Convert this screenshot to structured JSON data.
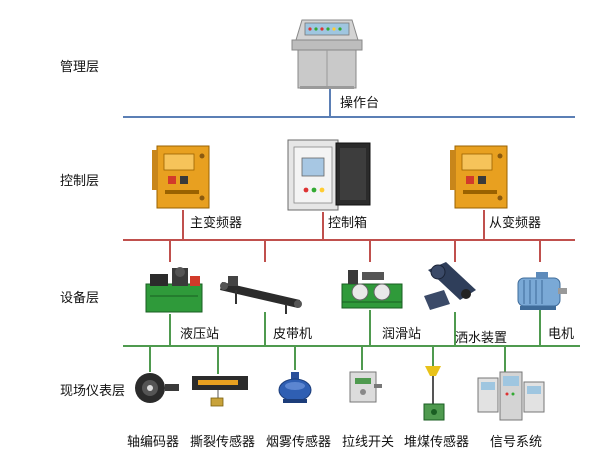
{
  "layers": [
    {
      "id": "management",
      "label": "管理层"
    },
    {
      "id": "control",
      "label": "控制层"
    },
    {
      "id": "equipment",
      "label": "设备层"
    },
    {
      "id": "field",
      "label": "现场仪表层"
    }
  ],
  "management": {
    "console": "操作台"
  },
  "control": {
    "main_vfd": "主变频器",
    "control_box": "控制箱",
    "slave_vfd": "从变频器"
  },
  "equipment": {
    "hydraulic_station": "液压站",
    "belt_conveyor": "皮带机",
    "lubrication_station": "润滑站",
    "sprinkler_device": "洒水装置",
    "motor": "电机"
  },
  "field": {
    "shaft_encoder": "轴编码器",
    "tear_sensor": "撕裂传感器",
    "smoke_sensor": "烟雾传感器",
    "pull_switch": "拉线开关",
    "coal_pile_sensor": "堆煤传感器",
    "signal_system": "信号系统"
  },
  "colors": {
    "management_bus": "#5b7fb5",
    "control_bus": "#c0504d",
    "equipment_bus": "#4f9a4f",
    "field_bus": "#4f9a4f",
    "cabinet_yellow": "#e8a020",
    "console_gray": "#c9c9c9"
  }
}
